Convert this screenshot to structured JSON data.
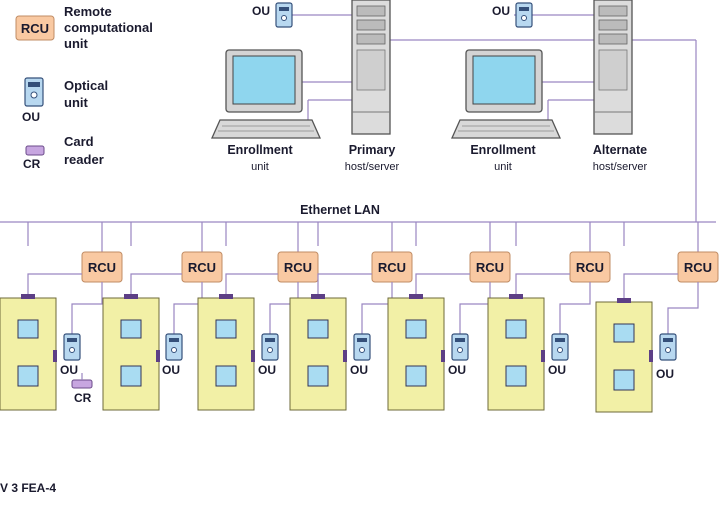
{
  "legend": {
    "rcu_badge": "RCU",
    "rcu_line1": "Remote",
    "rcu_line2": "computational",
    "rcu_line3": "unit",
    "ou_line1": "Optical",
    "ou_line2": "unit",
    "ou_tag": "OU",
    "cr_line1": "Card",
    "cr_line2": "reader",
    "cr_tag": "CR"
  },
  "top": {
    "ou_label_left": "OU",
    "ou_label_right": "OU",
    "enrollment_left_1": "Enrollment",
    "enrollment_left_2": "unit",
    "primary_1": "Primary",
    "primary_2": "host/server",
    "enrollment_right_1": "Enrollment",
    "enrollment_right_2": "unit",
    "alternate_1": "Alternate",
    "alternate_2": "host/server"
  },
  "lan_label": "Ethernet LAN",
  "rcu_label": "RCU",
  "ou_label": "OU",
  "cr_label": "CR",
  "figure_caption": "V 3 FEA-4",
  "colors": {
    "rcu_fill": "#f9c9a2",
    "door_fill": "#f2f0a6",
    "window_fill": "#a9dcf2",
    "screen_fill": "#8fd6ee",
    "device_fill": "#b8d8f0",
    "wire": "#9a86c2",
    "card_reader": "#c7a6e0"
  }
}
